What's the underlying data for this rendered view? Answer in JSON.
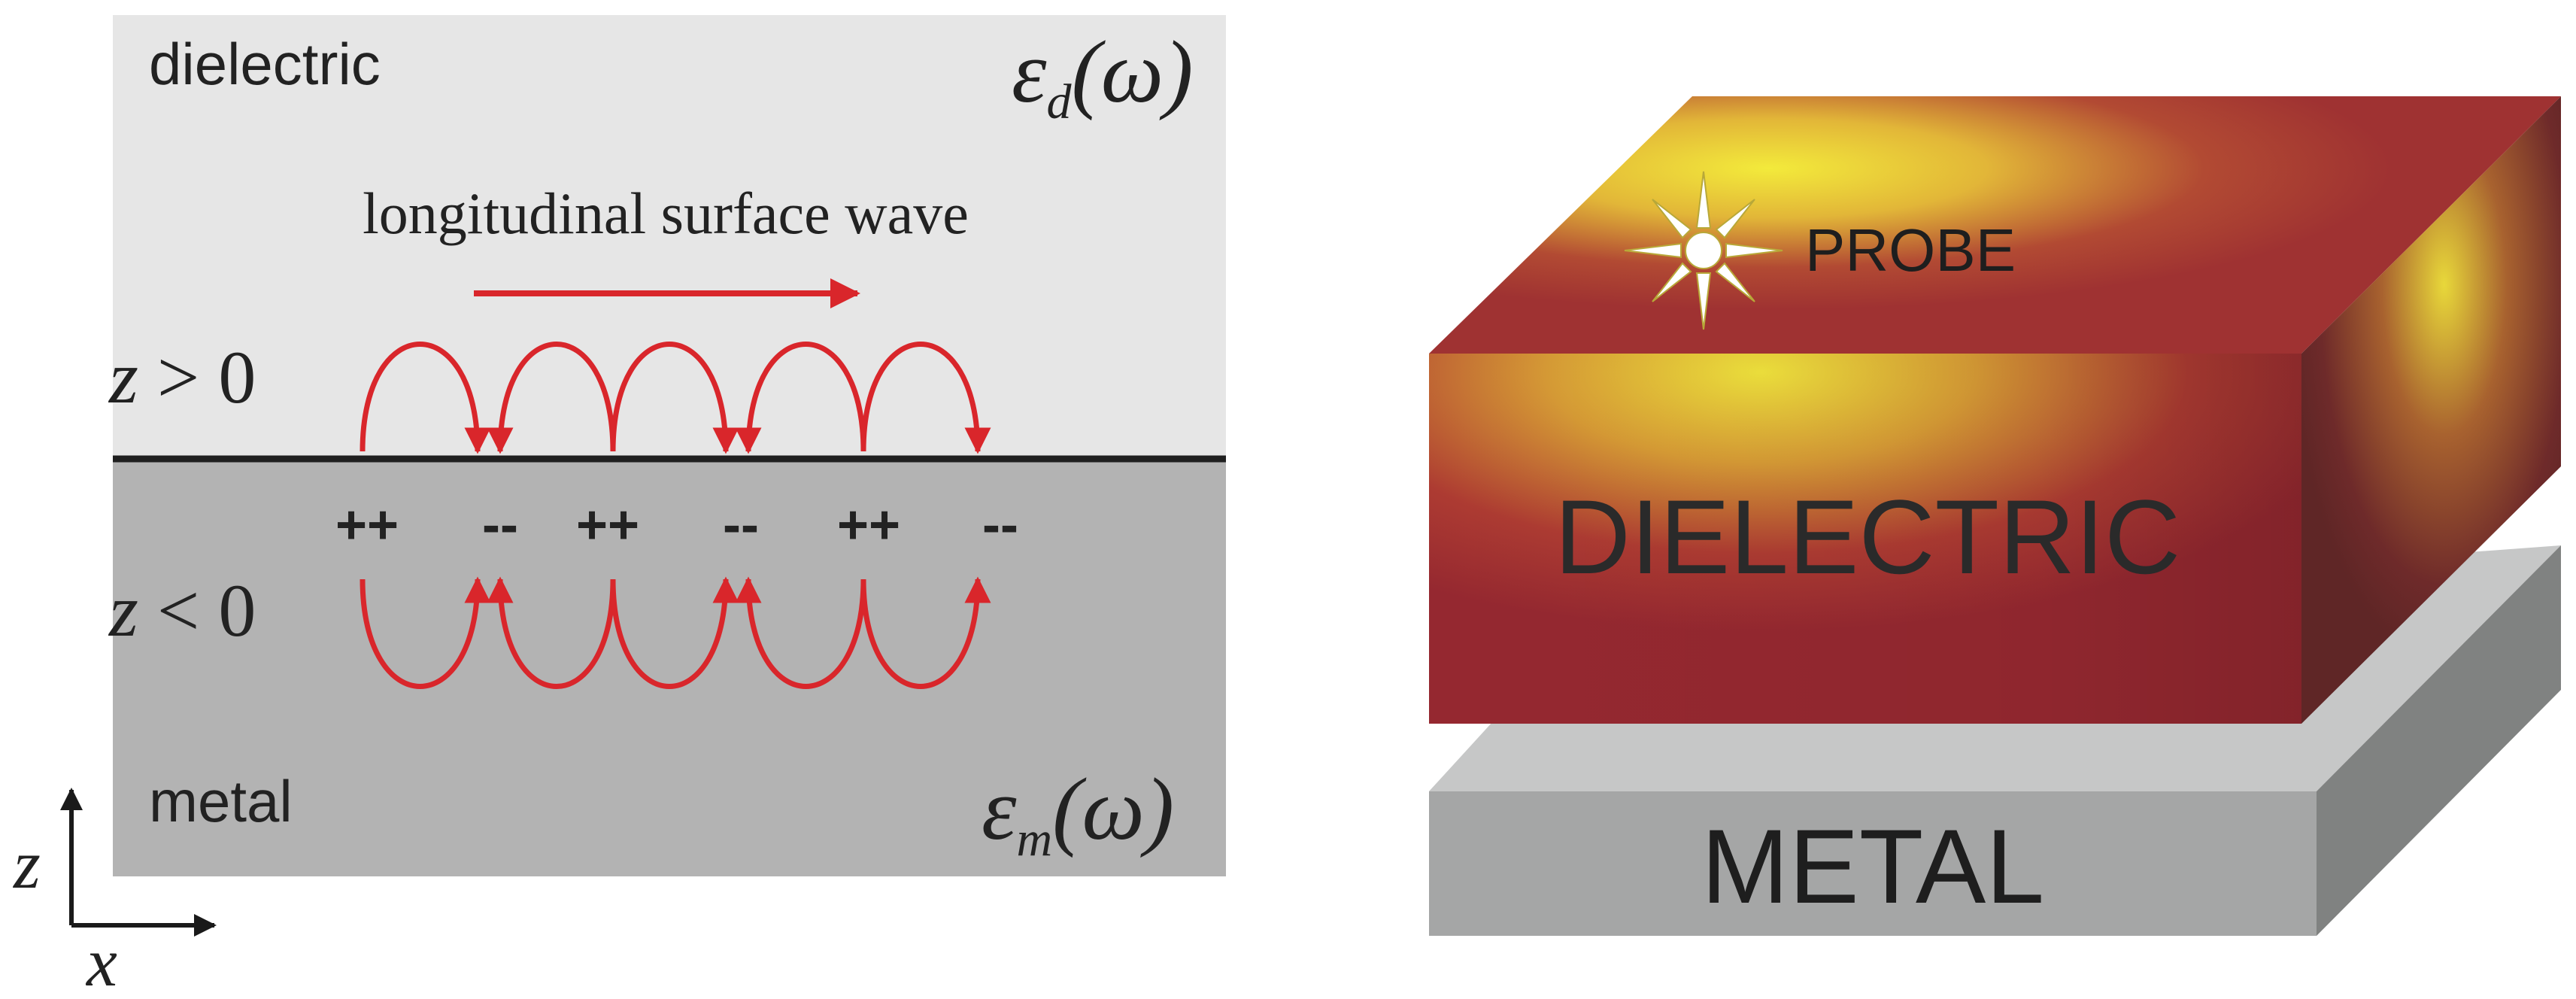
{
  "left_panel": {
    "dielectric_label": "dielectric",
    "metal_label": "metal",
    "epsilon_d": {
      "symbol": "ε",
      "subscript": "d",
      "argument": "(ω)"
    },
    "epsilon_m": {
      "symbol": "ε",
      "subscript": "m",
      "argument": "(ω)"
    },
    "wave_label": "longitudinal surface wave",
    "z_positive": {
      "variable": "z",
      "relation": " > 0"
    },
    "z_negative": {
      "variable": "z",
      "relation": " < 0"
    },
    "charges": [
      "++",
      "--",
      "++",
      "--",
      "++",
      "--"
    ],
    "axis_z": "z",
    "axis_x": "x"
  },
  "right_panel": {
    "probe_label": "PROBE",
    "dielectric_label": "DIELECTRIC",
    "metal_label": "METAL"
  },
  "colors": {
    "dielectric_region": "#e6e6e6",
    "metal_region": "#b3b3b3",
    "field_lines": "#d9262b",
    "interface": "#1f1f1f",
    "block_red": "#9b2a30",
    "block_yellow": "#f2e53a",
    "metal_slab": "#a5a6a6",
    "label_text": "#2a2a2a"
  }
}
